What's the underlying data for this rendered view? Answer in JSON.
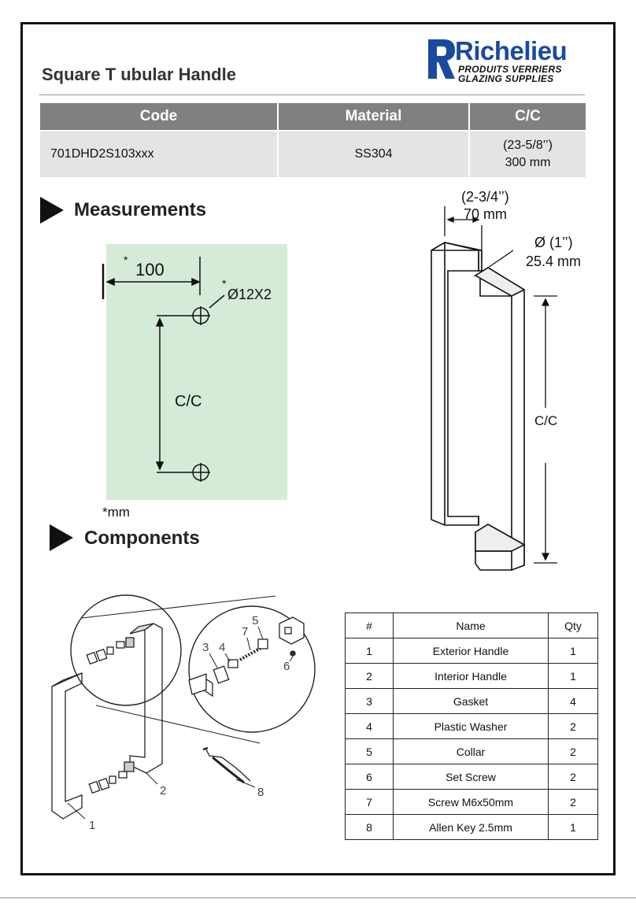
{
  "title": "Square T ubular Handle",
  "logo": {
    "brand": "Richelieu",
    "line1": "PRODUITS VERRIERS",
    "line2": "GLAZING SUPPLIES"
  },
  "spec_table": {
    "headers": [
      "Code",
      "Material",
      "C/C"
    ],
    "row": {
      "code": "701DHD2S103xxx",
      "material": "SS304",
      "cc_line1": "(23-5/8’’)",
      "cc_line2": "300 mm"
    }
  },
  "sections": {
    "measurements": "Measurements",
    "components": "Components"
  },
  "measure_drawing": {
    "dim_100": "100",
    "star": "*",
    "hole": "Ø12X2",
    "cc": "C/C",
    "note": "*mm"
  },
  "handle_drawing": {
    "width_in": "(2-3/4’’)",
    "width_mm": "70 mm",
    "dia_in": "Ø (1’’)",
    "dia_mm": "25.4 mm",
    "cc": "C/C"
  },
  "callouts": [
    "1",
    "2",
    "3",
    "4",
    "5",
    "6",
    "7",
    "8"
  ],
  "parts_table": {
    "headers": [
      "#",
      "Name",
      "Qty"
    ],
    "rows": [
      [
        "1",
        "Exterior Handle",
        "1"
      ],
      [
        "2",
        "Interior Handle",
        "1"
      ],
      [
        "3",
        "Gasket",
        "4"
      ],
      [
        "4",
        "Plastic Washer",
        "2"
      ],
      [
        "5",
        "Collar",
        "2"
      ],
      [
        "6",
        "Set Screw",
        "2"
      ],
      [
        "7",
        "Screw M6x50mm",
        "2"
      ],
      [
        "8",
        "Allen Key 2.5mm",
        "1"
      ]
    ]
  },
  "colors": {
    "brand_blue": "#1a4aa0",
    "header_gray": "#808080",
    "row_gray": "#e4e4e4",
    "glass_green": "#d6ead8"
  }
}
